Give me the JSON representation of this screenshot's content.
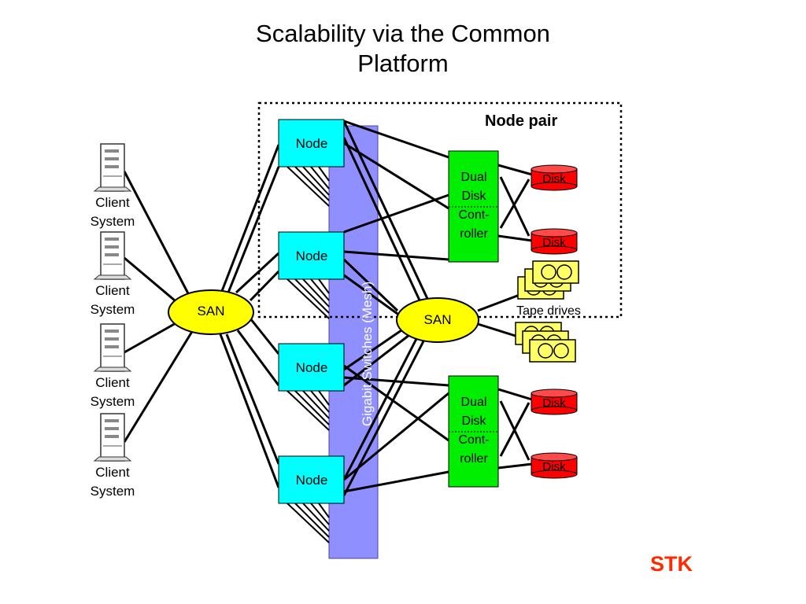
{
  "title": {
    "line1": "Scalability via the Common",
    "line2": "Platform"
  },
  "node_pair_label": "Node pair",
  "clients": [
    {
      "line1": "Client",
      "line2": "System"
    },
    {
      "line1": "Client",
      "line2": "System"
    },
    {
      "line1": "Client",
      "line2": "System"
    },
    {
      "line1": "Client",
      "line2": "System"
    }
  ],
  "san_left": "SAN",
  "san_right": "SAN",
  "nodes": [
    "Node",
    "Node",
    "Node",
    "Node"
  ],
  "mesh_label": "Gigabit Switches (Mesh)",
  "controllers": [
    {
      "l1": "Dual",
      "l2": "Disk",
      "l3": "Cont-",
      "l4": "roller"
    },
    {
      "l1": "Dual",
      "l2": "Disk",
      "l3": "Cont-",
      "l4": "roller"
    }
  ],
  "disks": [
    "Disk",
    "Disk",
    "Disk",
    "Disk"
  ],
  "tape_label": "Tape drives",
  "logo": "STK",
  "colors": {
    "node": "#00ffff",
    "controller": "#00ee00",
    "disk": "#ff0000",
    "san": "#ffff00",
    "mesh": "#8f8fff",
    "tape": "#ffff66",
    "logo": "#ff2a00"
  }
}
